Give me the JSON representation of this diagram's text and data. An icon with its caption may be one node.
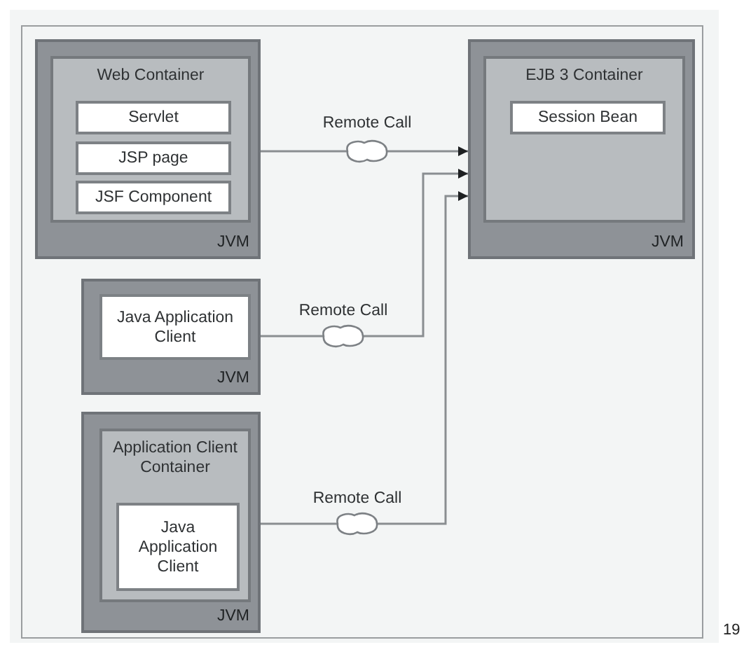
{
  "diagram": {
    "nodes": [
      {
        "text": [
          "JVM"
        ]
      },
      {
        "text": [
          "Web Container"
        ],
        "in": 0
      },
      {
        "text": [
          "Servlet"
        ],
        "in": 1
      },
      {
        "text": [
          "JSP page"
        ],
        "in": 1
      },
      {
        "text": [
          "JSF Component"
        ],
        "in": 1
      },
      {
        "text": [
          "JVM"
        ]
      },
      {
        "text": [
          "EJB 3 Container"
        ],
        "in": 5
      },
      {
        "text": [
          "Session Bean"
        ],
        "in": 6
      },
      {
        "text": [
          "JVM"
        ]
      },
      {
        "text": [
          "Java Application Client"
        ],
        "in": 8
      },
      {
        "text": [
          "JVM"
        ]
      },
      {
        "text": [
          "Application Client Container"
        ],
        "in": 10
      },
      {
        "text": [
          "Java Application Client"
        ],
        "in": 11
      }
    ],
    "edges": [
      {
        "from": 0,
        "to": 5,
        "arrow": "to",
        "label": "Remote Call"
      },
      {
        "from": 8,
        "to": 5,
        "arrow": "to",
        "label": "Remote Call"
      },
      {
        "from": 10,
        "to": 5,
        "arrow": "to",
        "label": "Remote Call"
      }
    ],
    "labels": [
      "19"
    ]
  }
}
